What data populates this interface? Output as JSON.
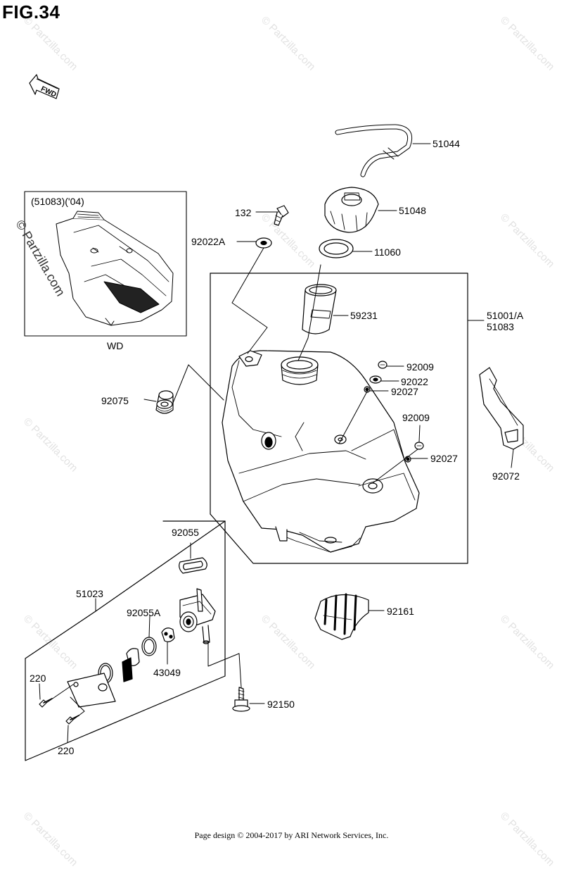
{
  "figure": {
    "title": "FIG.34"
  },
  "fwd_label": "FWD",
  "inset": {
    "caption_top": "(51083)('04)",
    "caption_bottom": "WD",
    "watermark": "© Partzilla.com"
  },
  "watermark_text": "© Partzilla.com",
  "callouts": {
    "p51044": "51044",
    "p132": "132",
    "p51048": "51048",
    "p92022A": "92022A",
    "p11060": "11060",
    "p59231": "59231",
    "p51001A": "51001/A",
    "p51083": "51083",
    "p92009a": "92009",
    "p92022": "92022",
    "p92027a": "92027",
    "p92075": "92075",
    "p92009b": "92009",
    "p92027b": "92027",
    "p92072": "92072",
    "p92055": "92055",
    "p51023": "51023",
    "p92055A": "92055A",
    "p92161": "92161",
    "p43049": "43049",
    "p220a": "220",
    "p92150": "92150",
    "p220b": "220"
  },
  "footer": "Page design © 2004-2017 by ARI Network Services, Inc."
}
